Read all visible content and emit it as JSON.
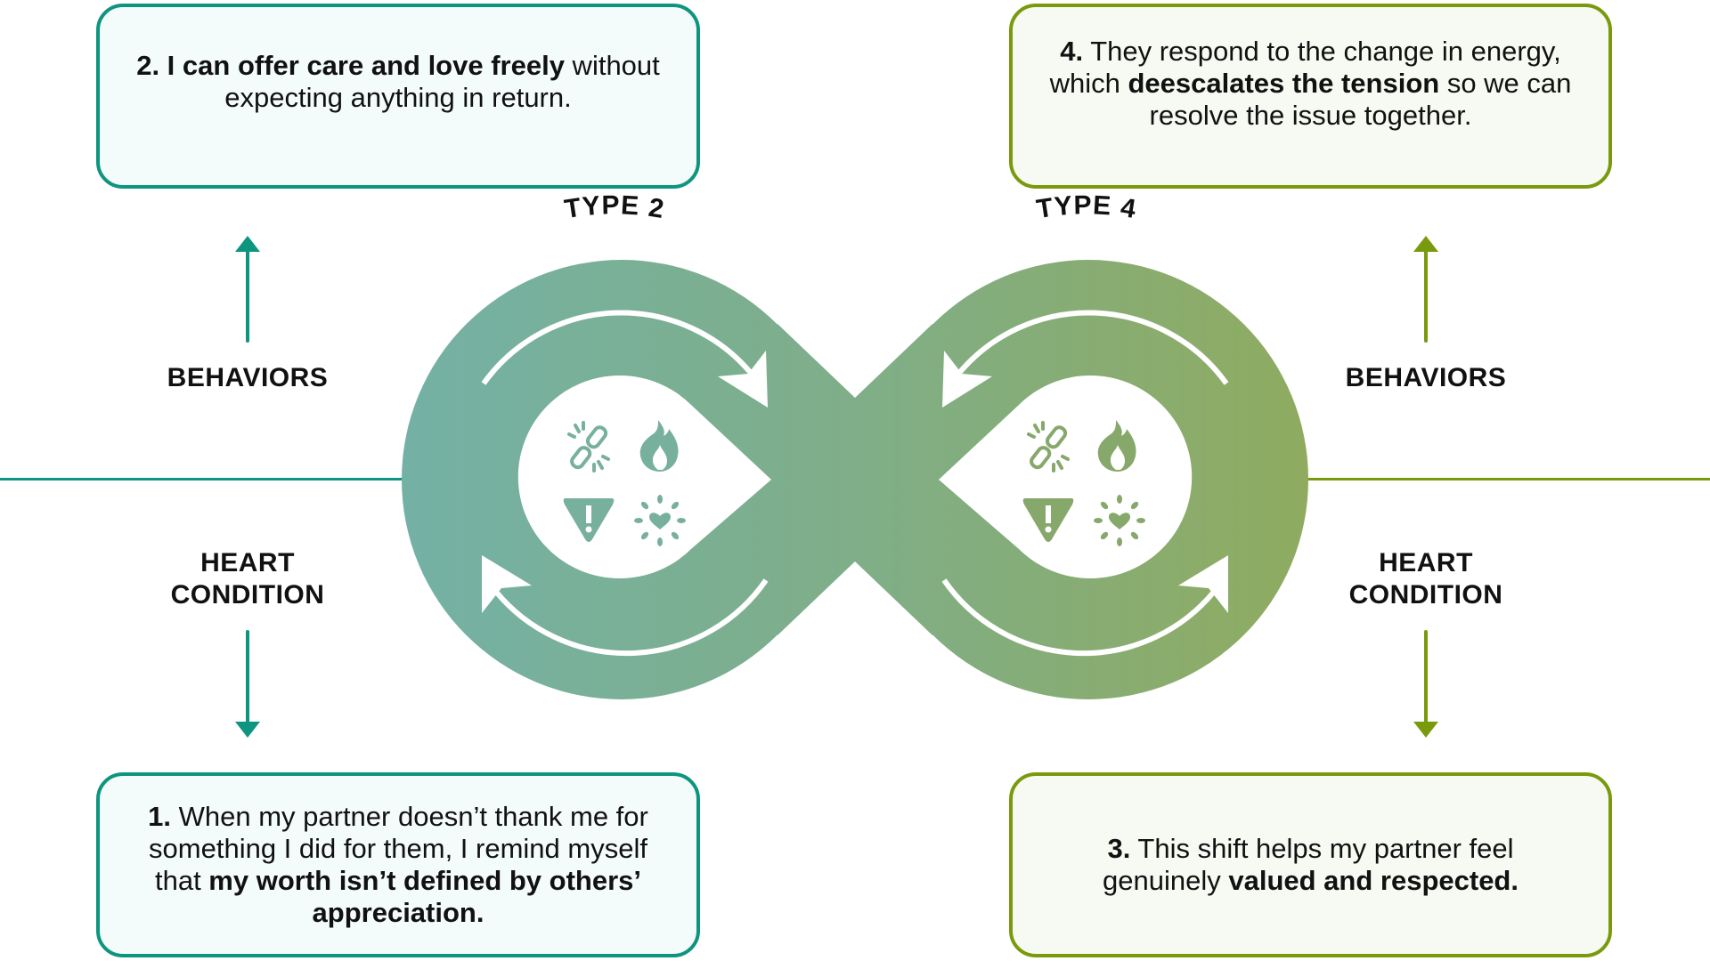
{
  "colors": {
    "teal": "#0e9580",
    "olive": "#7a9a0e",
    "loop_left": "#74b1a5",
    "loop_right": "#8fab60",
    "icon_left": "#78b09e",
    "icon_right": "#86a86b"
  },
  "boxes": {
    "box2": {
      "segments": [
        {
          "text": "2. I can offer care and love freely",
          "bold": true
        },
        {
          "text": " without expecting anything in return.",
          "bold": false
        }
      ]
    },
    "box4": {
      "segments": [
        {
          "text": "4.",
          "bold": true
        },
        {
          "text": " They respond to the change in energy, which ",
          "bold": false
        },
        {
          "text": "deescalates the tension",
          "bold": true
        },
        {
          "text": " so we can resolve the issue together.",
          "bold": false
        }
      ]
    },
    "box1": {
      "segments": [
        {
          "text": "1.",
          "bold": true
        },
        {
          "text": " When my partner doesn’t thank me for something I did for them, I remind myself that ",
          "bold": false
        },
        {
          "text": "my worth isn’t defined by others’ appreciation.",
          "bold": true
        }
      ]
    },
    "box3": {
      "segments": [
        {
          "text": "3.",
          "bold": true
        },
        {
          "text": " This shift helps my partner feel genuinely ",
          "bold": false
        },
        {
          "text": "valued and respected.",
          "bold": true
        }
      ]
    }
  },
  "labels": {
    "left_behaviors": "BEHAVIORS",
    "left_heart_line1": "HEART",
    "left_heart_line2": "CONDITION",
    "right_behaviors": "BEHAVIORS",
    "right_heart_line1": "HEART",
    "right_heart_line2": "CONDITION",
    "type_left": "TYPE 2",
    "type_right": "TYPE 4"
  },
  "icons": {
    "left_lobe": [
      "broken-chain-icon",
      "flame-icon",
      "warning-icon",
      "heart-burst-icon"
    ],
    "right_lobe": [
      "broken-chain-icon",
      "flame-icon",
      "warning-icon",
      "heart-burst-icon"
    ]
  }
}
